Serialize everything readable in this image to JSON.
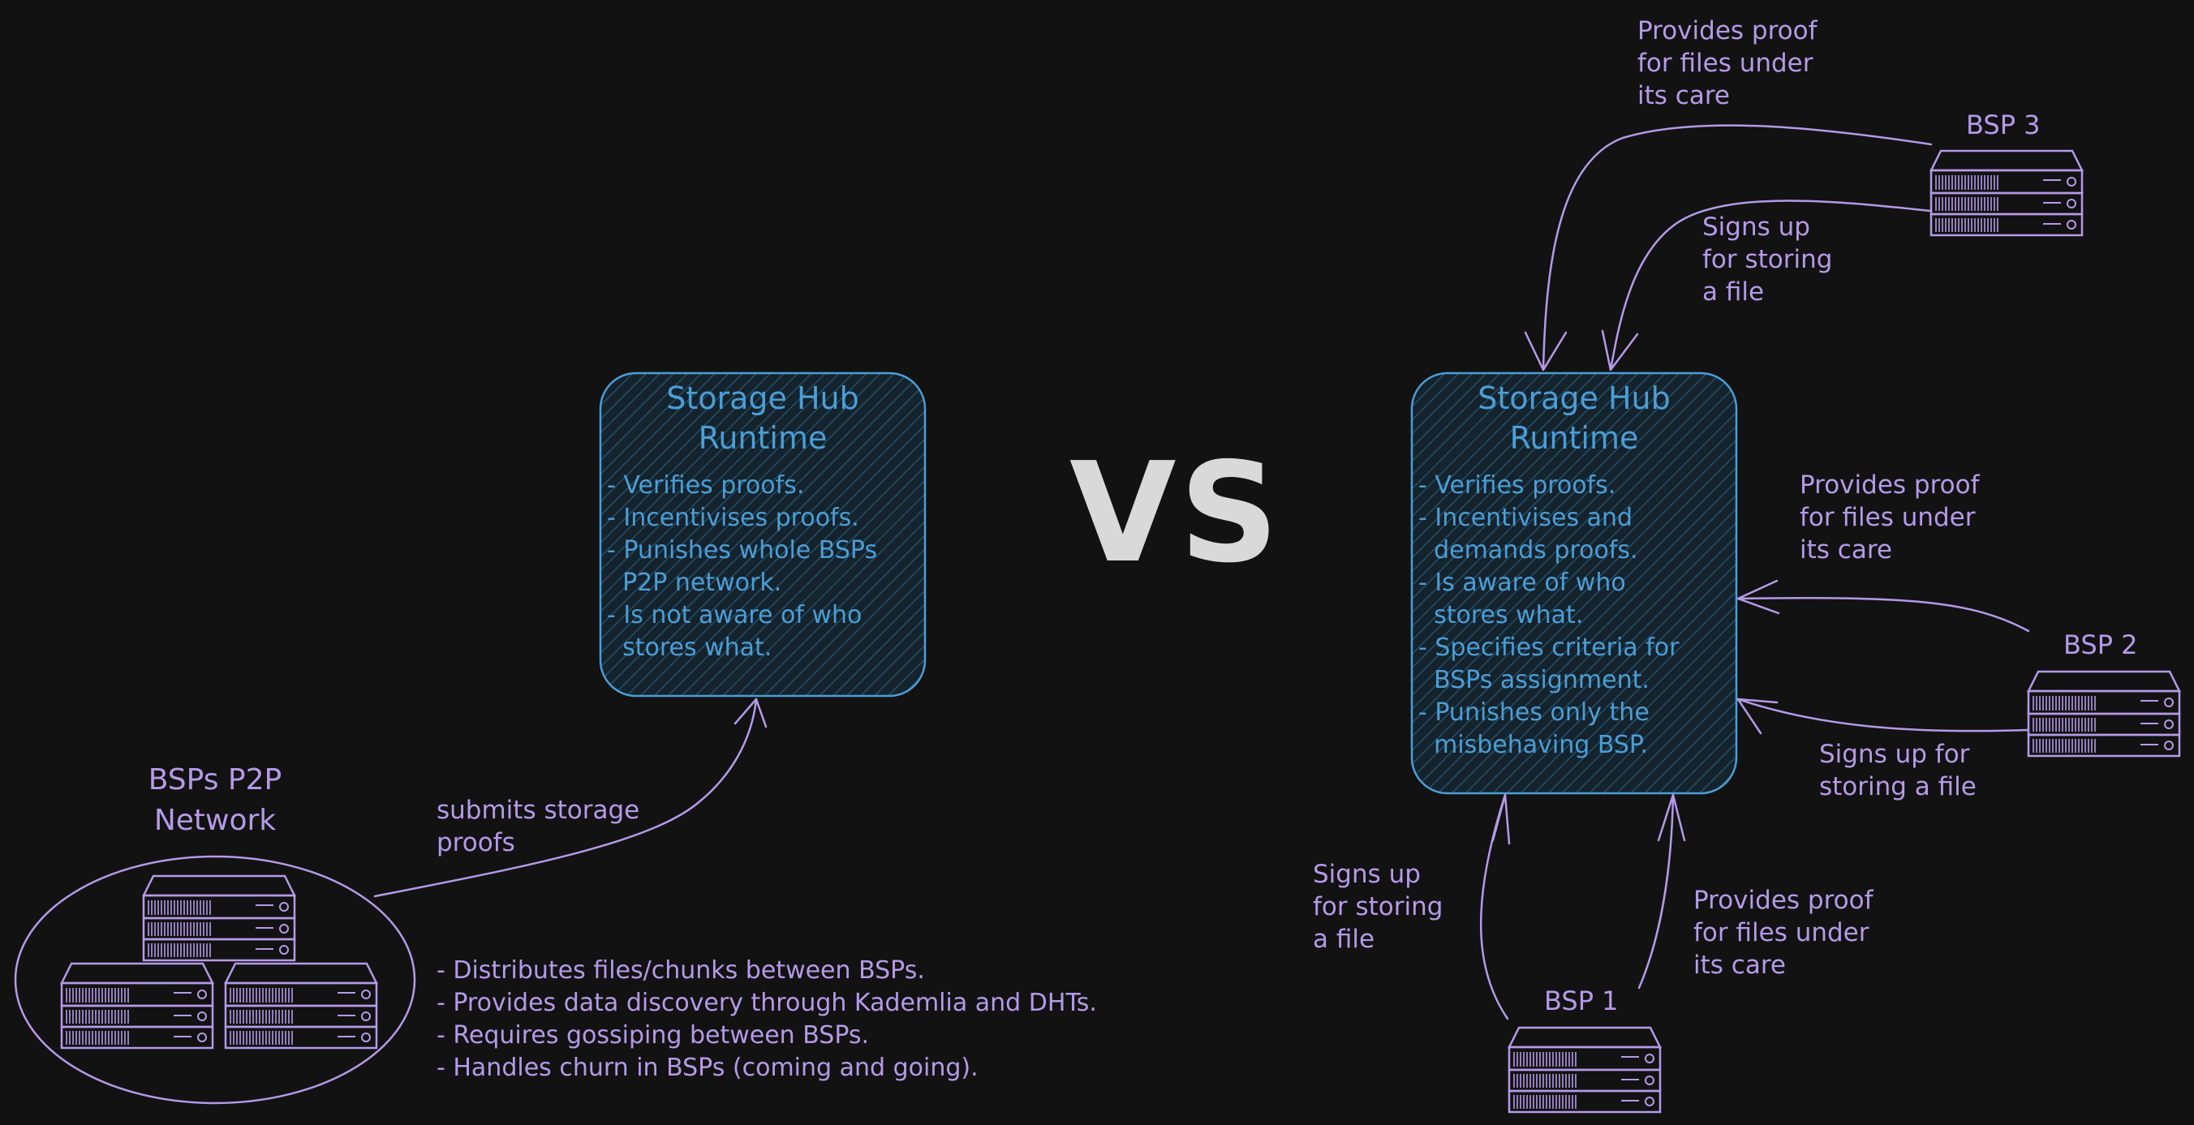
{
  "colors": {
    "background": "#121212",
    "purple": "#b59ae8",
    "blue": "#4b9ed6",
    "blue_fill": "#1d3a4c",
    "vs": "#d9d9d9"
  },
  "vs_label": "VS",
  "left": {
    "runtime": {
      "title": "Storage Hub\nRuntime",
      "bullets": [
        "- Verifies proofs.",
        "- Incentivises proofs.",
        "- Punishes whole BSPs\n  P2P network.",
        "- Is not aware of who\n  stores what."
      ]
    },
    "network": {
      "title": "BSPs P2P\nNetwork",
      "server_icon": "server-rack-icon",
      "edge_label": "submits storage\nproofs",
      "bullets": [
        "- Distributes files/chunks between BSPs.",
        "- Provides data discovery through Kademlia and DHTs.",
        "- Requires gossiping between BSPs.",
        "- Handles churn in BSPs (coming and going)."
      ]
    }
  },
  "right": {
    "runtime": {
      "title": "Storage Hub\nRuntime",
      "bullets": [
        "- Verifies proofs.",
        "- Incentivises and\n  demands proofs.",
        "- Is aware of who\n  stores what.",
        "- Specifies criteria for\n  BSPs assignment.",
        "- Punishes only the\n  misbehaving BSP."
      ]
    },
    "bsps": [
      {
        "label": "BSP 1",
        "icon": "server-rack-icon",
        "signup_label": "Signs up\nfor storing\na file",
        "proof_label": "Provides proof\nfor files under\nits care"
      },
      {
        "label": "BSP 2",
        "icon": "server-rack-icon",
        "signup_label": "Signs up for\nstoring a file",
        "proof_label": "Provides proof\nfor files under\nits care"
      },
      {
        "label": "BSP 3",
        "icon": "server-rack-icon",
        "signup_label": "Signs up\nfor storing\na file",
        "proof_label": "Provides proof\nfor files under\nits care"
      }
    ]
  }
}
